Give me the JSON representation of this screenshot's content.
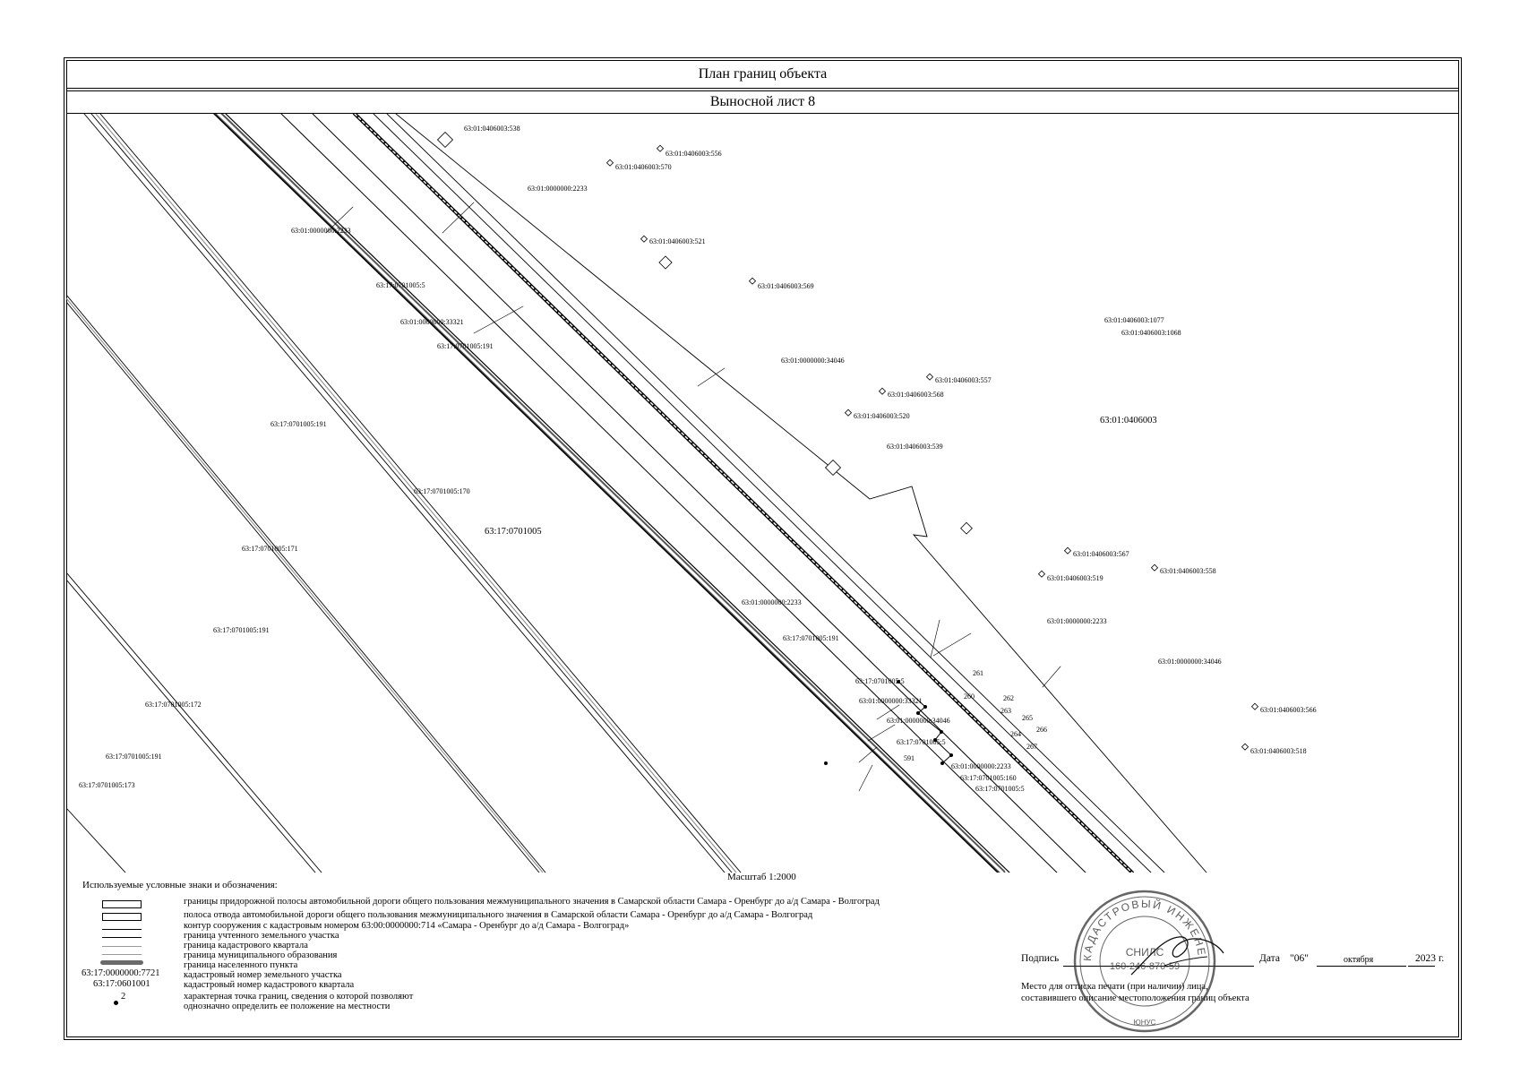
{
  "header": {
    "title": "План границ объекта",
    "sheet": "Выносной лист 8"
  },
  "map": {
    "quarter_labels": {
      "right": "63:01:0406003",
      "left": "63:17:0701005"
    },
    "parcel_labels": [
      "63:01:0406003:538",
      "63:01:0406003:556",
      "63:01:0406003:570",
      "63:01:0000000:2233",
      "63:01:0000000:2233",
      "63:01:0406003:521",
      "63:17:0701005:5",
      "63:01:0406003:569",
      "63:01:0000000:33321",
      "63:17:0701005:191",
      "63:01:0406003:1077",
      "63:01:0406003:1068",
      "63:01:0000000:34046",
      "63:01:0406003:557",
      "63:01:0406003:568",
      "63:01:0406003:520",
      "63:17:0701005:191",
      "63:01:0406003:539",
      "63:17:0701005:170",
      "63:17:0701005:171",
      "63:01:0406003:567",
      "63:01:0406003:558",
      "63:01:0406003:519",
      "63:01:0000000:2233",
      "63:01:0000000:2233",
      "63:17:0701005:191",
      "63:17:0701005:191",
      "63:01:0000000:34046",
      "63:17:0701005:5",
      "63:01:0000000:33321",
      "63:01:0406003:566",
      "63:17:0701005:172",
      "63:01:0000000:34046",
      "63:17:0701005:5",
      "63:01:0406003:518",
      "63:17:0701005:191",
      "63:01:0000000:2233",
      "63:17:0701005:160",
      "63:17:0701005:173",
      "63:17:0701005:5"
    ],
    "point_labels": [
      "261",
      "262",
      "263",
      "260",
      "265",
      "266",
      "264",
      "267",
      "591"
    ]
  },
  "scale": "Масштаб 1:2000",
  "legend": {
    "title": "Используемые условные знаки и обозначения:",
    "items": [
      "границы придорожной полосы автомобильной дороги общего пользования межмуниципального значения в Самарской области Самара - Оренбург до а/д Самара - Волгоград",
      "полоса отвода автомобильной дороги общего пользования межмуниципального значения в Самарской области Самара - Оренбург до а/д Самара - Волгоград",
      "контур сооружения с кадастровым номером 63:00:0000000:714 «Самара - Оренбург до а/д Самара - Волгоград»",
      "граница учтенного земельного участка",
      "граница кадастрового квартала",
      "граница муниципального образования",
      "граница населенного пункта",
      "кадастровый номер земельного участка",
      "кадастровый номер кадастрового квартала",
      "характерная точка границ, сведения о которой позволяют",
      "однозначно определить ее положение на местности"
    ],
    "sample_parcel": "63:17:0000000:7721",
    "sample_quarter": "63:17:0601001",
    "sample_point": "2"
  },
  "signature": {
    "label": "Подпись",
    "date_label": "Дата",
    "day": "\"06\"",
    "month": "октября",
    "year": "2023",
    "year_suffix": "г.",
    "stamp_note_1": "Место для оттиска печати (при наличии) лица,",
    "stamp_note_2": "составившего описание местоположения границ объекта"
  },
  "stamp": {
    "ring_text": "КАДАСТРОВЫЙ ИНЖЕНЕР",
    "snils_label": "СНИЛС",
    "snils": "160-246-870-59",
    "bottom_text": "ЮНУС"
  }
}
